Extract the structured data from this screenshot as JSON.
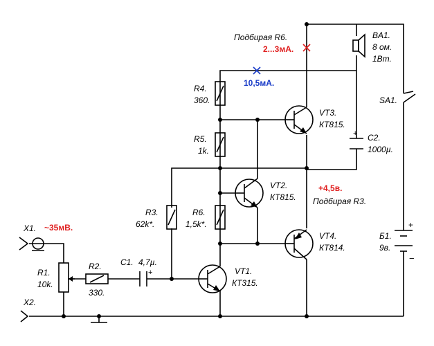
{
  "annotations": {
    "r6_hint": "Подбирая R6.",
    "r6_current": "2...3мА.",
    "r4_current": "10,5мА.",
    "mid_voltage": "+4,5в.",
    "r3_hint": "Подбирая R3.",
    "input_level": "~35мВ."
  },
  "connectors": {
    "x1": "X1.",
    "x2": "X2."
  },
  "components": {
    "ba1": {
      "ref": "BA1.",
      "v1": "8 ом.",
      "v2": "1Вт."
    },
    "sa1": {
      "ref": "SA1."
    },
    "c2": {
      "ref": "C2.",
      "value": "1000µ."
    },
    "g1": {
      "ref": "Б1.",
      "value": "9в."
    },
    "r4": {
      "ref": "R4.",
      "value": "360."
    },
    "r5": {
      "ref": "R5.",
      "value": "1k."
    },
    "r3": {
      "ref": "R3.",
      "value": "62k*."
    },
    "r6": {
      "ref": "R6.",
      "value": "1,5k*."
    },
    "r1": {
      "ref": "R1.",
      "value": "10k."
    },
    "r2": {
      "ref": "R2.",
      "value": "330."
    },
    "c1": {
      "ref": "C1.",
      "value": "4,7µ."
    },
    "vt1": {
      "ref": "VT1.",
      "value": "КТ315."
    },
    "vt2": {
      "ref": "VT2.",
      "value": "КТ815."
    },
    "vt3": {
      "ref": "VT3.",
      "value": "КТ815."
    },
    "vt4": {
      "ref": "VT4.",
      "value": "КТ814."
    }
  },
  "colors": {
    "red": "#e02020",
    "blue": "#1a3cc8",
    "wire": "#000000"
  }
}
